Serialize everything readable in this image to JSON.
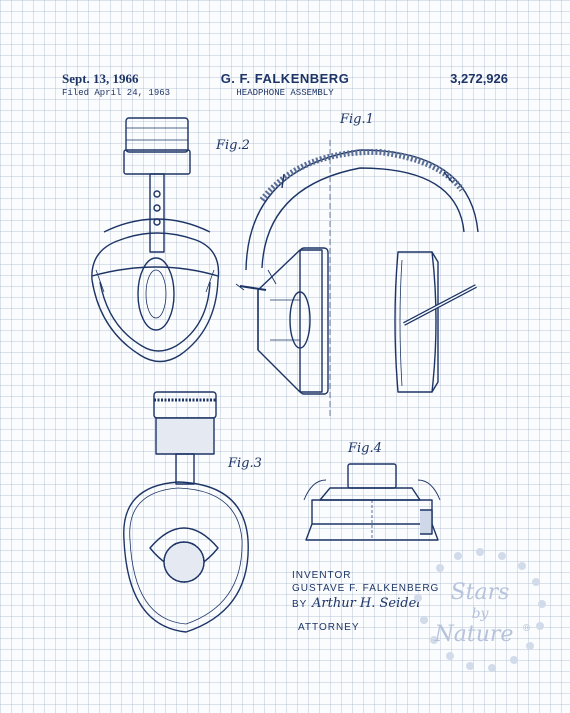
{
  "header": {
    "date": "Sept. 13, 1966",
    "filed": "Filed April 24, 1963",
    "inventor_name": "G. F. FALKENBERG",
    "title": "HEADPHONE ASSEMBLY",
    "patent_number": "3,272,926"
  },
  "figures": {
    "fig1": "Fig.1",
    "fig2": "Fig.2",
    "fig3": "Fig.3",
    "fig4": "Fig.4"
  },
  "signature": {
    "inventor_label": "INVENTOR",
    "inventor_full": "GUSTAVE F. FALKENBERG",
    "by_label": "BY",
    "attorney_signature": "Arthur H. Seidel",
    "attorney_label": "ATTORNEY"
  },
  "watermark": {
    "line1": "Stars",
    "line2": "by",
    "line3": "Nature",
    "mark": "®"
  },
  "colors": {
    "ink": "#1d3566",
    "grid": "#a0afc8",
    "watermark": "#b6c3dc"
  }
}
